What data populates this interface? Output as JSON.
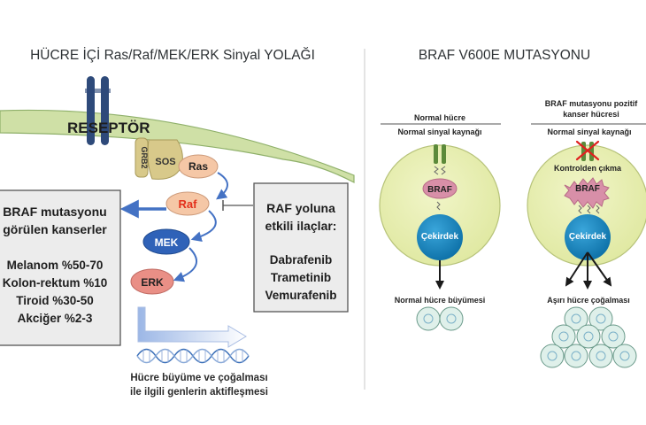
{
  "left": {
    "title": "HÜCRE İÇİ Ras/Raf/MEK/ERK Sinyal YOLAĞI",
    "receptor_label": "RESEPTÖR",
    "grb2_label": "GRB2",
    "sos_label": "SOS",
    "ras_label": "Ras",
    "raf_label": "Raf",
    "mek_label": "MEK",
    "erk_label": "ERK",
    "cancers_box": {
      "heading_line1": "BRAF mutasyonu",
      "heading_line2": "görülen kanserler",
      "items": [
        "Melanom %50-70",
        "Kolon-rektum %10",
        "Tiroid %30-50",
        "Akciğer %2-3"
      ]
    },
    "drugs_box": {
      "heading_line1": "RAF yoluna",
      "heading_line2": "etkili ilaçlar:",
      "items": [
        "Dabrafenib",
        "Trametinib",
        "Vemurafenib"
      ]
    },
    "gene_caption_line1": "Hücre büyüme ve çoğalması",
    "gene_caption_line2": "ile ilgili genlerin aktifleşmesi"
  },
  "right": {
    "title": "BRAF V600E MUTASYONU",
    "normal_cell": {
      "header": "Normal hücre",
      "signal": "Normal sinyal kaynağı",
      "braf": "BRAF",
      "nucleus": "Çekirdek",
      "outcome": "Normal hücre büyümesi"
    },
    "cancer_cell": {
      "header_line1": "BRAF mutasyonu pozitif",
      "header_line2": "kanser hücresi",
      "signal": "Normal sinyal kaynağı",
      "escape": "Kontrolden çıkma",
      "braf": "BRAF",
      "nucleus": "Çekirdek",
      "outcome": "Aşırı hücre çoğalması"
    }
  },
  "colors": {
    "title_text": "#2f3336",
    "membrane": "#cfe0a6",
    "receptor": "#2e4a7a",
    "sos": "#d8c98a",
    "ras_raf": "#f5c7a6",
    "raf_text": "#e3301b",
    "mek": "#2f62b8",
    "erk": "#e98f86",
    "arrow": "#4472c4",
    "box_fill": "#ececec",
    "cell_fill": "#e6eea8",
    "nucleus": "#1a88c3",
    "braf_blob": "#d88fa8",
    "cross": "#e0211f",
    "daughter_cell": "#dff0ea"
  }
}
